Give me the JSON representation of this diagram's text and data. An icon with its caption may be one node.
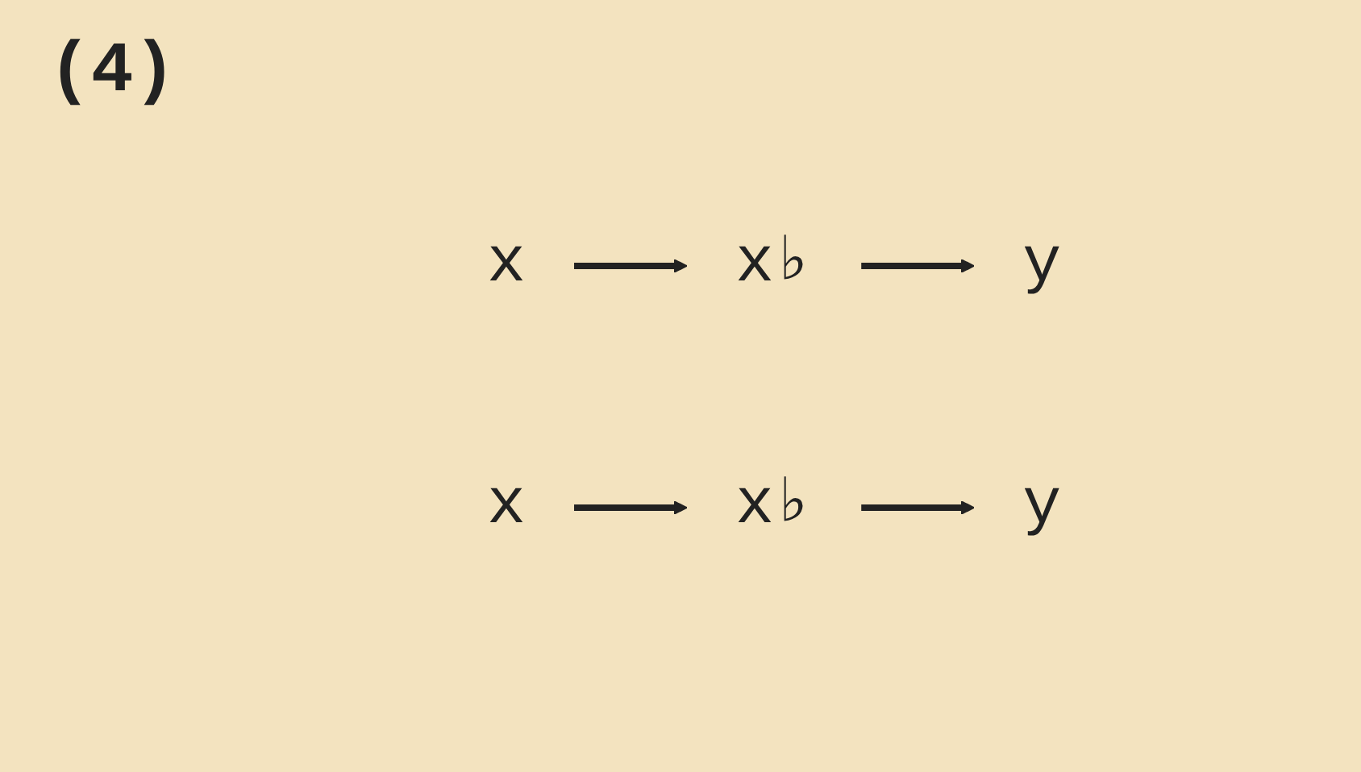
{
  "diagram": {
    "nodes": [
      {
        "text": [
          "x"
        ]
      },
      {
        "text": [
          "x♭"
        ]
      },
      {
        "text": [
          "y"
        ]
      },
      {
        "text": [
          "x"
        ]
      },
      {
        "text": [
          "x♭"
        ]
      },
      {
        "text": [
          "y"
        ]
      }
    ],
    "edges": [
      {
        "from": 0,
        "to": 1,
        "arrow": "to"
      },
      {
        "from": 1,
        "to": 2,
        "arrow": "to"
      },
      {
        "from": 3,
        "to": 4,
        "arrow": "to"
      },
      {
        "from": 4,
        "to": 5,
        "arrow": "to"
      }
    ],
    "labels": [
      "(4)"
    ]
  }
}
